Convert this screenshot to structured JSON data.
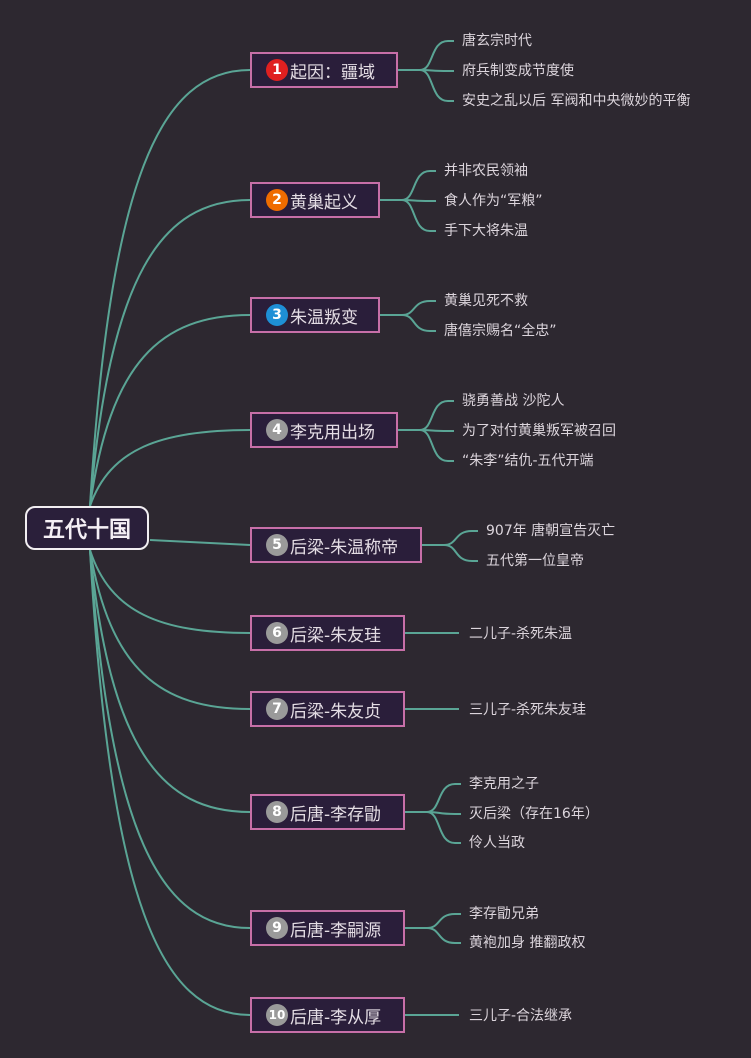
{
  "root": {
    "label": "五代十国"
  },
  "branches": [
    {
      "num": "1",
      "title": "起因：疆域",
      "badge_color": "#e02020",
      "leaves": [
        "唐玄宗时代",
        "府兵制变成节度使",
        "安史之乱以后 军阀和中央微妙的平衡"
      ]
    },
    {
      "num": "2",
      "title": "黄巢起义",
      "badge_color": "#ef6c00",
      "leaves": [
        "并非农民领袖",
        "食人作为“军粮”",
        "手下大将朱温"
      ]
    },
    {
      "num": "3",
      "title": "朱温叛变",
      "badge_color": "#1e8fd6",
      "leaves": [
        "黄巢见死不救",
        "唐僖宗赐名“全忠”"
      ]
    },
    {
      "num": "4",
      "title": "李克用出场",
      "badge_color": "#9a9a9a",
      "leaves": [
        "骁勇善战 沙陀人",
        "为了对付黄巢叛军被召回",
        "“朱李”结仇-五代开端"
      ]
    },
    {
      "num": "5",
      "title": "后梁-朱温称帝",
      "badge_color": "#9a9a9a",
      "leaves": [
        "907年 唐朝宣告灭亡",
        "五代第一位皇帝"
      ]
    },
    {
      "num": "6",
      "title": "后梁-朱友珪",
      "badge_color": "#9a9a9a",
      "leaves": [
        "二儿子-杀死朱温"
      ]
    },
    {
      "num": "7",
      "title": "后梁-朱友贞",
      "badge_color": "#9a9a9a",
      "leaves": [
        "三儿子-杀死朱友珪"
      ]
    },
    {
      "num": "8",
      "title": "后唐-李存勖",
      "badge_color": "#9a9a9a",
      "leaves": [
        "李克用之子",
        "灭后梁（存在16年）",
        "伶人当政"
      ]
    },
    {
      "num": "9",
      "title": "后唐-李嗣源",
      "badge_color": "#9a9a9a",
      "leaves": [
        "李存勖兄弟",
        "黄袍加身 推翻政权"
      ]
    },
    {
      "num": "10",
      "title": "后唐-李从厚",
      "badge_color": "#9a9a9a",
      "leaves": [
        "三儿子-合法继承"
      ]
    }
  ]
}
